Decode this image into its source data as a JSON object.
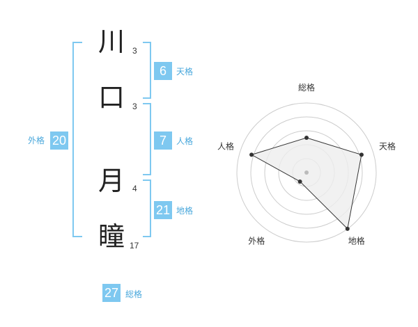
{
  "name": {
    "chars": [
      {
        "char": "川",
        "strokes": "3"
      },
      {
        "char": "口",
        "strokes": "3"
      },
      {
        "char": "月",
        "strokes": "4"
      },
      {
        "char": "瞳",
        "strokes": "17"
      }
    ]
  },
  "fortune": {
    "tenkaku": {
      "value": "6",
      "label": "天格"
    },
    "jinkaku": {
      "value": "7",
      "label": "人格"
    },
    "chikaku": {
      "value": "21",
      "label": "地格"
    },
    "gaikaku": {
      "value": "20",
      "label": "外格"
    },
    "soukaku": {
      "value": "27",
      "label": "総格"
    }
  },
  "chart_data": {
    "type": "radar",
    "axes": [
      "総格",
      "天格",
      "地格",
      "外格",
      "人格"
    ],
    "values": [
      0.5,
      0.83,
      1.0,
      0.16,
      0.83
    ],
    "colors": {
      "fill": "#eeeeee",
      "stroke": "#333333",
      "rings": "#cccccc",
      "center": "#bbbbbb"
    }
  }
}
